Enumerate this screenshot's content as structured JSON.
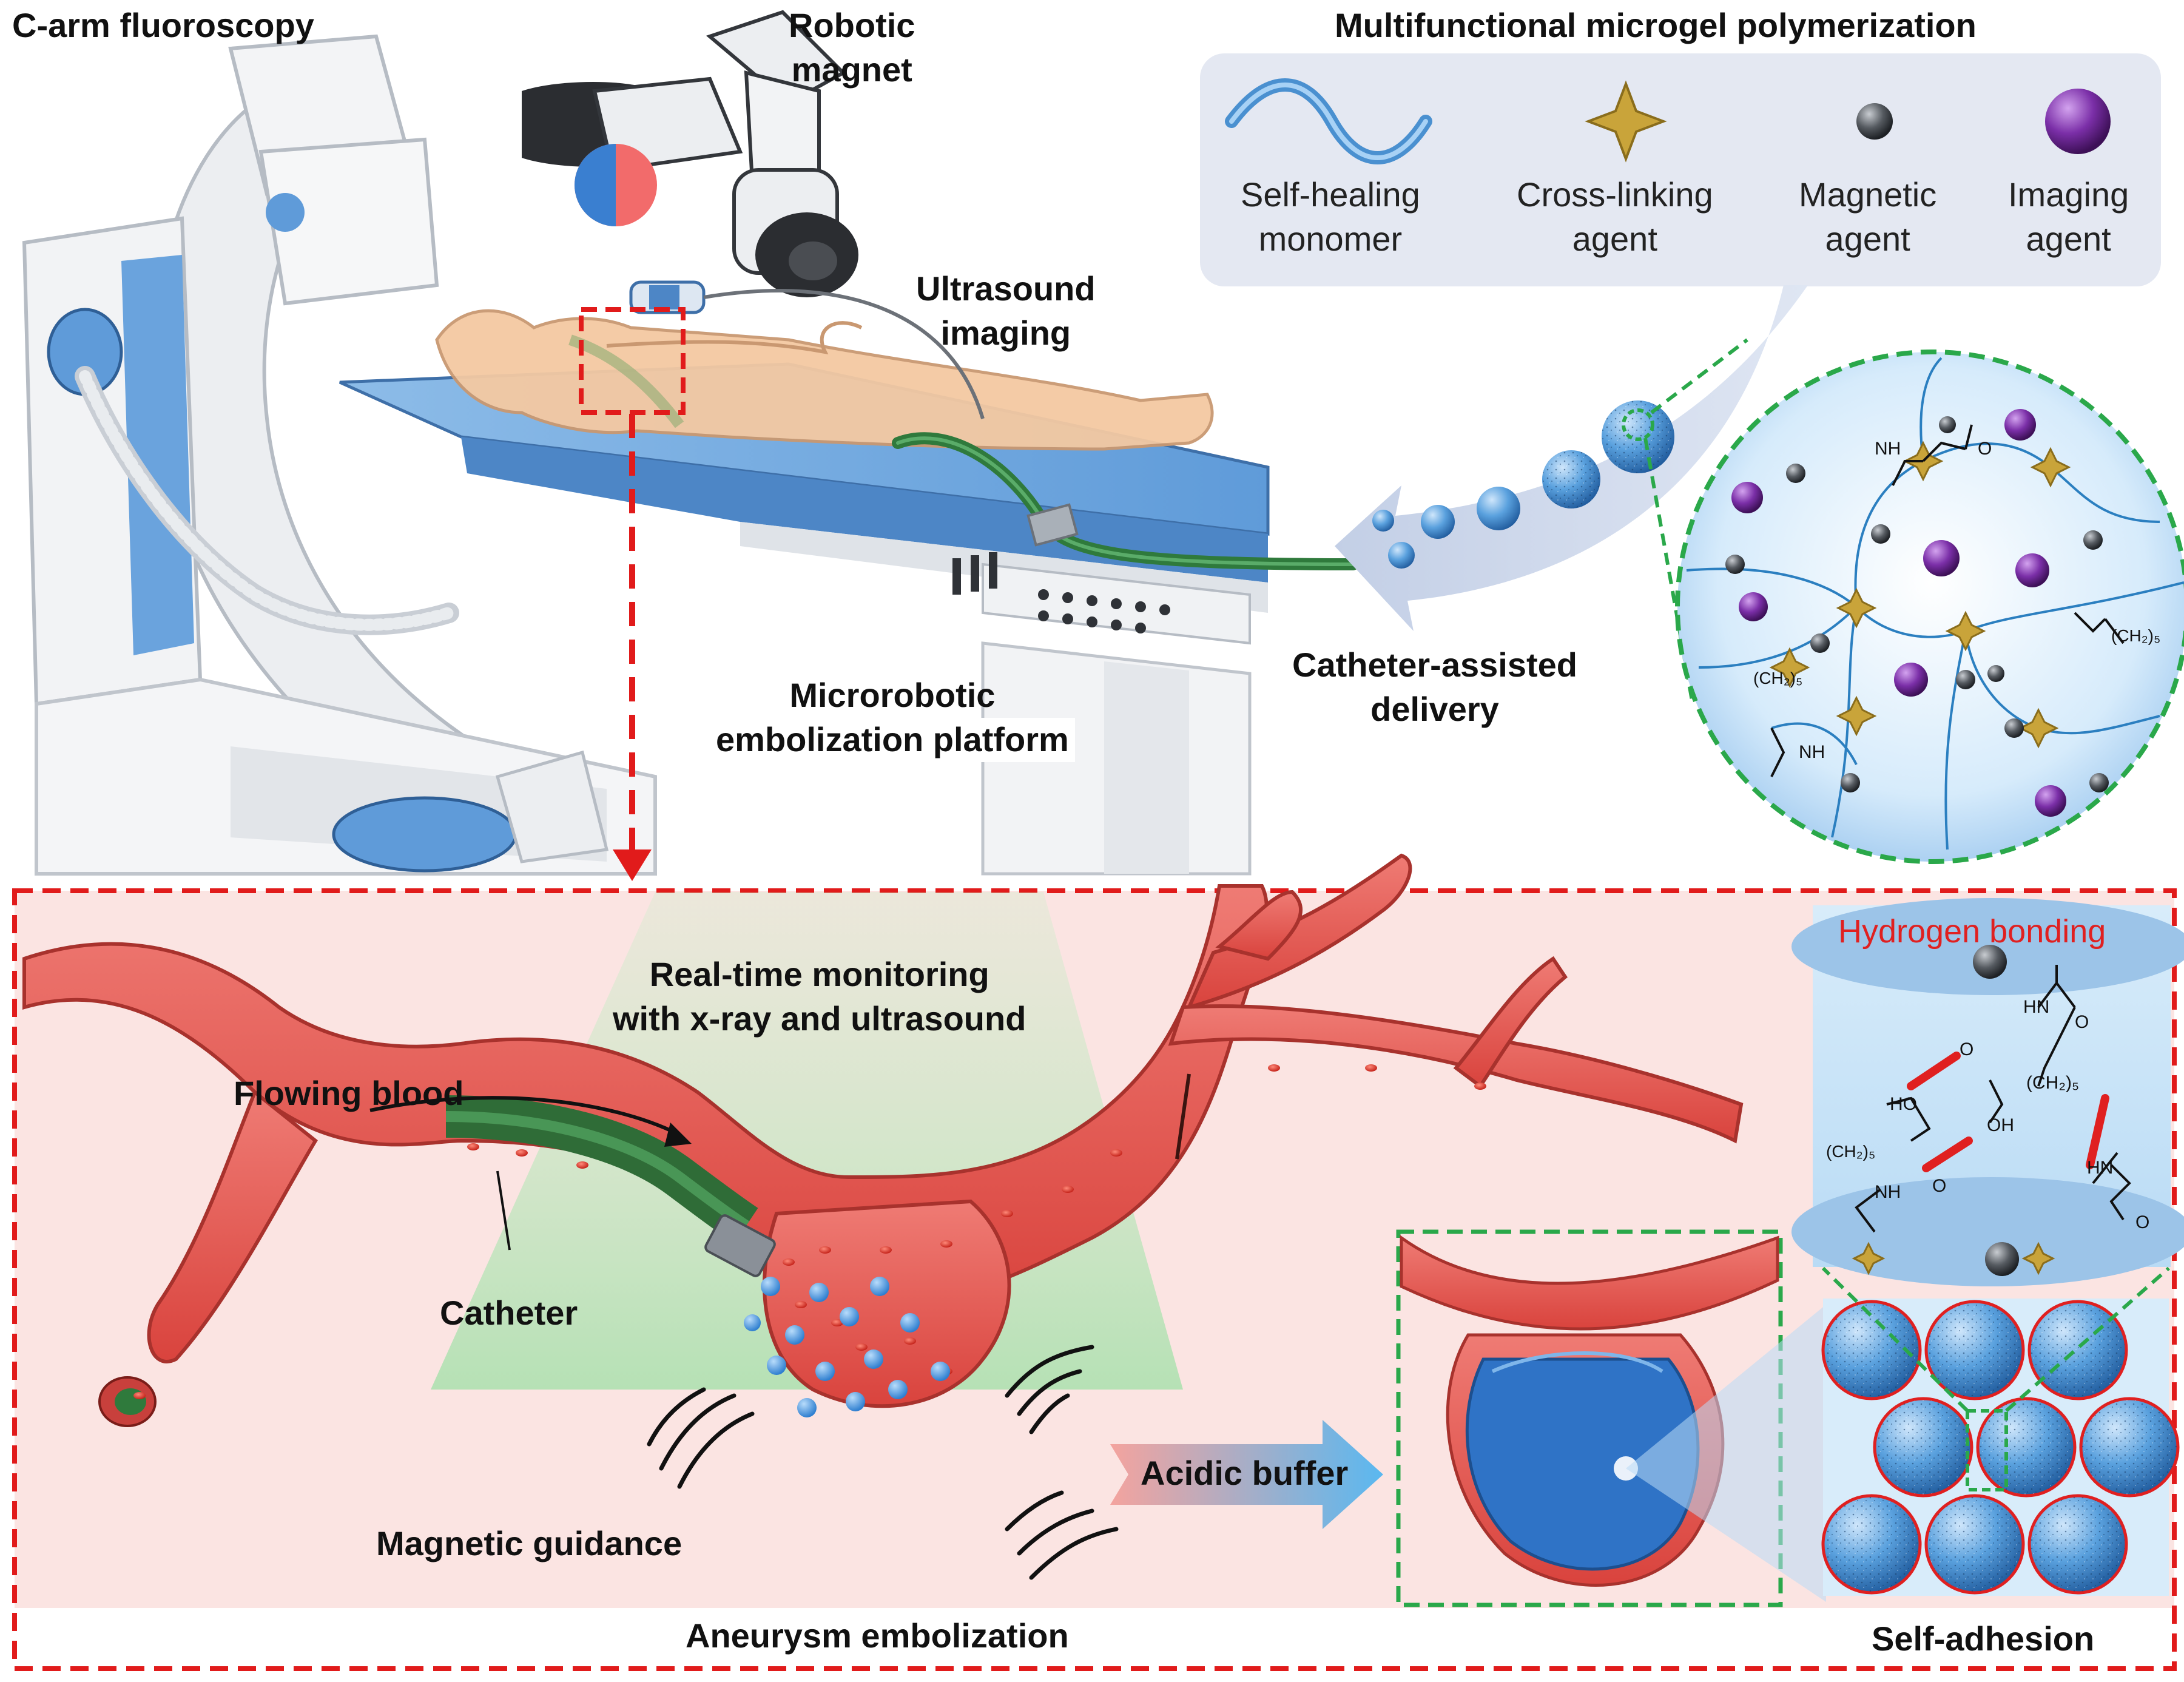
{
  "labels": {
    "c_arm": "C-arm fluoroscopy",
    "robotic_magnet_line1": "Robotic",
    "robotic_magnet_line2": "magnet",
    "ultrasound_line1": "Ultrasound",
    "ultrasound_line2": "imaging",
    "platform_line1": "Microrobotic",
    "platform_line2": "embolization platform",
    "delivery_line1": "Catheter-assisted",
    "delivery_line2": "delivery",
    "microgel_title": "Multifunctional microgel polymerization",
    "monitoring_line1": "Real-time monitoring",
    "monitoring_line2": "with x-ray and ultrasound",
    "flowing_blood": "Flowing blood",
    "catheter": "Catheter",
    "magnetic_guidance": "Magnetic guidance",
    "aneurysm": "Aneurysm embolization",
    "acidic_buffer": "Acidic buffer",
    "hydrogen_bonding": "Hydrogen bonding",
    "self_adhesion": "Self-adhesion"
  },
  "legend": [
    {
      "line1": "Self-healing",
      "line2": "monomer",
      "icon": "wave-icon"
    },
    {
      "line1": "Cross-linking",
      "line2": "agent",
      "icon": "star-icon"
    },
    {
      "line1": "Magnetic",
      "line2": "agent",
      "icon": "dark-sphere-icon"
    },
    {
      "line1": "Imaging",
      "line2": "agent",
      "icon": "purple-sphere-icon"
    }
  ],
  "chem": {
    "nh": "NH",
    "hn": "HN",
    "o": "O",
    "oh": "OH",
    "ho": "HO",
    "ch2_5": "(CH₂)₅"
  },
  "colors": {
    "vessel": "#e8605a",
    "vessel_dark": "#c8403c",
    "red_dash": "#e11b1b",
    "green_dash": "#2aa84a",
    "microgel_blue": "#4a90d0",
    "panel_pink": "#fbe4e2",
    "legend_bg": "#e4e8f2",
    "hbond_red": "#e02020",
    "cross_gold": "#c9a43a",
    "imaging_purple": "#7b2fa8",
    "magnetic_dark": "#555a60"
  }
}
